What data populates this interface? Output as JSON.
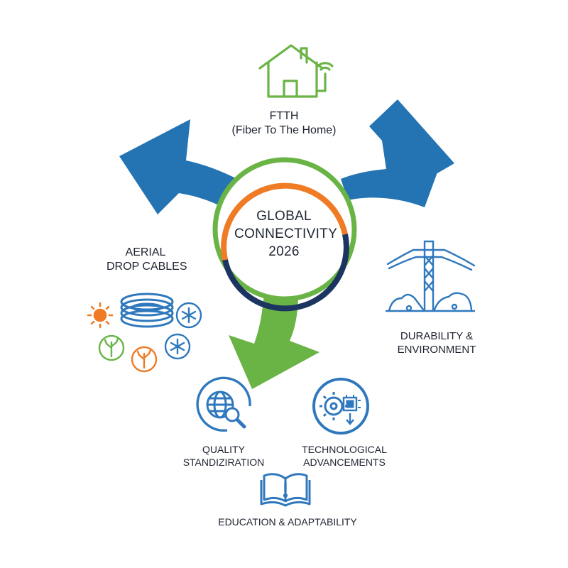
{
  "center": {
    "line1": "GLOBAL",
    "line2": "CONNECTIVITY",
    "line3": "2026"
  },
  "nodes": {
    "ftth": {
      "title": "FTTH",
      "subtitle": "(Fiber To The Home)"
    },
    "aerial": {
      "line1": "AERIAL",
      "line2": "DROP CABLES"
    },
    "durability": {
      "line1": "DURABILITY &",
      "line2": "ENVIRONMENT"
    },
    "quality": {
      "line1": "QUALITY",
      "line2": "STANDIZIRATION"
    },
    "tech": {
      "line1": "TECHNOLOGICAL",
      "line2": "ADVANCEMENTS"
    },
    "education": {
      "label": "EDUCATION & ADAPTABILITY"
    }
  },
  "colors": {
    "blue": "#2473b3",
    "green": "#6ab446",
    "orange": "#ef7b24",
    "navy": "#1c3560",
    "icon_blue": "#2f78bd"
  },
  "icons": [
    "house-wifi-icon",
    "cable-coil-icon",
    "sun-icon",
    "snowflake-icon",
    "tree-icon",
    "utility-pole-icon",
    "globe-search-icon",
    "gear-chip-icon",
    "open-book-icon"
  ]
}
